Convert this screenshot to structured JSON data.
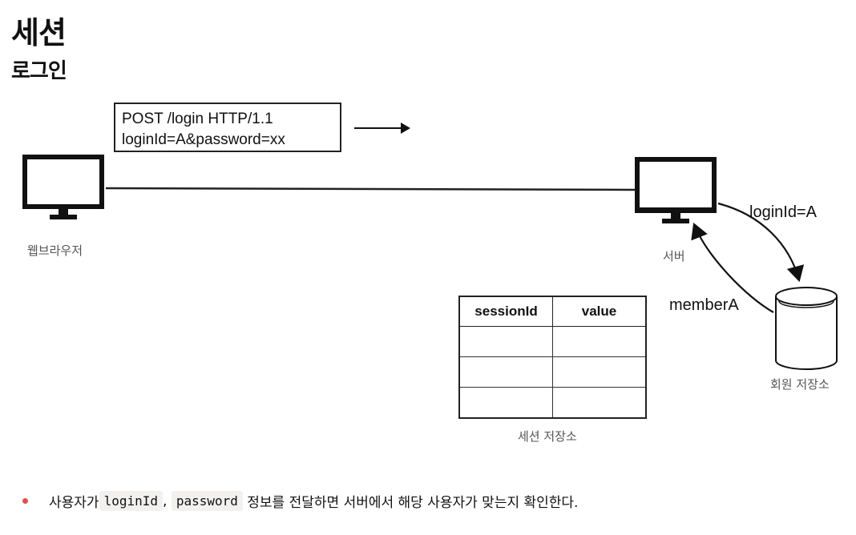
{
  "slide": {
    "title": "세션",
    "subtitle": "로그인"
  },
  "request": {
    "line1": "POST /login HTTP/1.1",
    "line2": "loginId=A&password=xx"
  },
  "nodes": {
    "browser": "웹브라우저",
    "server": "서버",
    "member_store": "회원 저장소",
    "session_store": "세션 저장소"
  },
  "edges": {
    "to_store": "loginId=A",
    "from_store": "memberA"
  },
  "session_table": {
    "headers": [
      "sessionId",
      "value"
    ],
    "rows": [
      [
        "",
        ""
      ],
      [
        "",
        ""
      ],
      [
        "",
        ""
      ]
    ]
  },
  "note": {
    "prefix": "사용자가 ",
    "code1": "loginId",
    "sep": ", ",
    "code2": "password",
    "suffix": " 정보를 전달하면 서버에서 해당 사용자가 맞는지 확인한다."
  }
}
